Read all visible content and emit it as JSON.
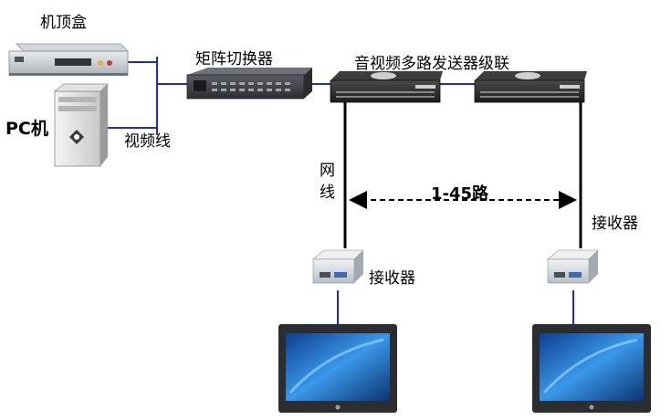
{
  "labels": {
    "set_top_box": "机顶盒",
    "pc": "PC机",
    "video_cable": "视频线",
    "matrix_switcher": "矩阵切换器",
    "av_sender_cascade": "音视频多路发送器级联",
    "network_cable_char1": "网",
    "network_cable_char2": "线",
    "range": "1-45路",
    "receiver_left": "接收器",
    "receiver_right": "接收器"
  },
  "colors": {
    "signal_line": "#1a2bd6",
    "network_line": "#000000",
    "sender_body": "#2b2b2b",
    "switcher_body": "#3f4146",
    "receiver_body": "#d9dde2",
    "screen": "#2a7fd0"
  },
  "icons": {
    "set_top_box": "set-top-box-icon",
    "pc": "pc-tower-icon",
    "matrix_switcher": "matrix-switcher-icon",
    "sender": "av-sender-icon",
    "receiver": "receiver-icon",
    "monitor": "monitor-icon"
  }
}
